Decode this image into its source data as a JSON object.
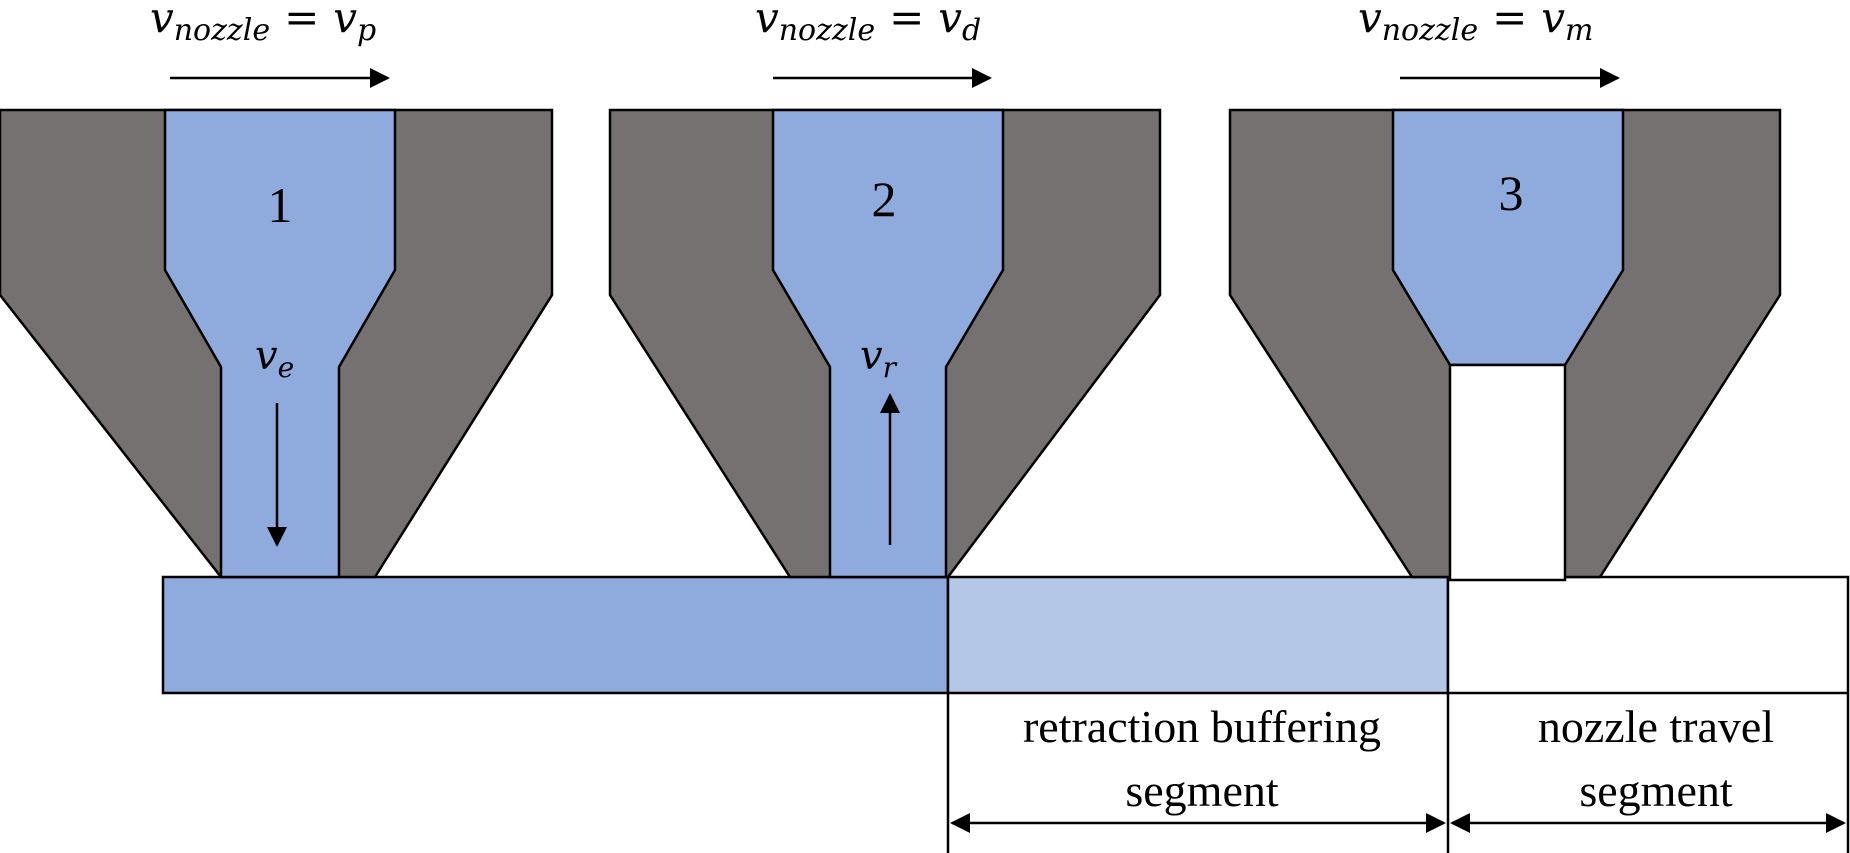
{
  "colors": {
    "nozzle_body": "#767171",
    "filament": "#8FAADC",
    "buffer_segment": "#B4C7E7",
    "outline": "#000000",
    "background": "#FFFFFF"
  },
  "nozzles": [
    {
      "number": "1",
      "speed_lhs": "v",
      "speed_lhs_sub": "nozzle",
      "speed_rhs": "v",
      "speed_rhs_sub": "p",
      "flow_symbol": "v",
      "flow_sub": "e",
      "flow_direction": "down"
    },
    {
      "number": "2",
      "speed_lhs": "v",
      "speed_lhs_sub": "nozzle",
      "speed_rhs": "v",
      "speed_rhs_sub": "d",
      "flow_symbol": "v",
      "flow_sub": "r",
      "flow_direction": "up"
    },
    {
      "number": "3",
      "speed_lhs": "v",
      "speed_lhs_sub": "nozzle",
      "speed_rhs": "v",
      "speed_rhs_sub": "m",
      "flow_direction": "none"
    }
  ],
  "equals_sign": "=",
  "segments": {
    "retraction": {
      "line1": "retraction buffering",
      "line2": "segment"
    },
    "travel": {
      "line1": "nozzle travel",
      "line2": "segment"
    }
  },
  "icons": {
    "direction_arrow": "right-arrow-icon",
    "extrude_arrow": "down-arrow-icon",
    "retract_arrow": "up-arrow-icon",
    "dimension_arrow": "double-headed-arrow-icon"
  }
}
